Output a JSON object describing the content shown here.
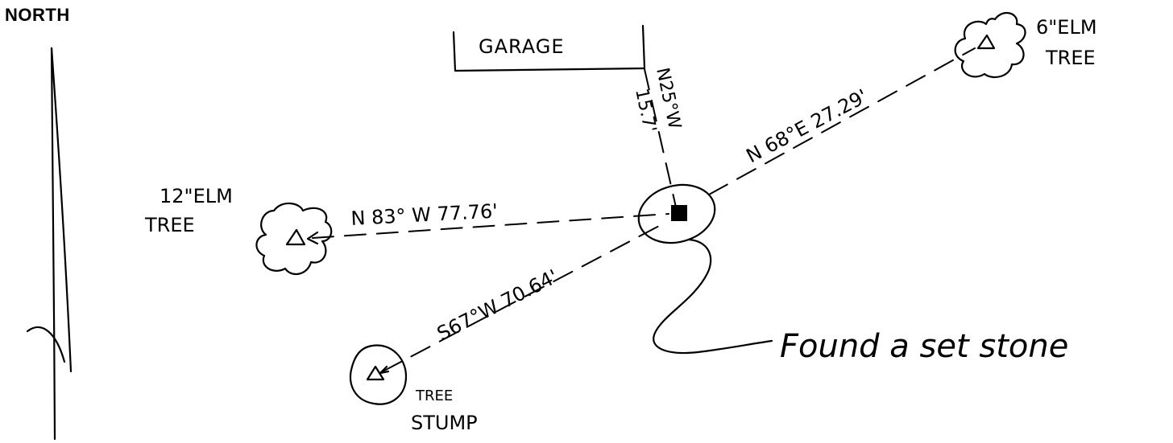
{
  "north_label": "NORTH",
  "landmarks": {
    "garage": "GARAGE",
    "elm_6_line1": "6\"ELM",
    "elm_6_line2": "TREE",
    "elm_12_line1": "12\"ELM",
    "elm_12_line2": "TREE",
    "stump_line1": "TREE",
    "stump_line2": "STUMP"
  },
  "bearings": {
    "to_garage_bearing": "N25°W",
    "to_garage_distance": "15.7'",
    "to_6_elm": "N 68°E 27.29'",
    "to_12_elm": "N 83° W 77.76'",
    "to_stump": "S67°W 70.64'"
  },
  "note": "Found a set stone",
  "colors": {
    "ink": "#000000",
    "background": "#ffffff"
  }
}
